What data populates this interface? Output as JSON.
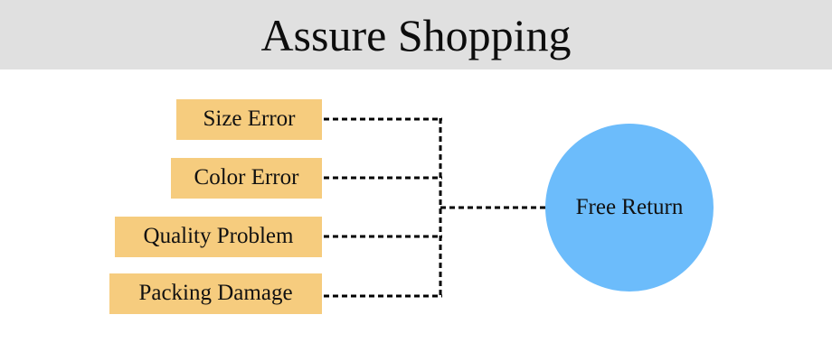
{
  "header": {
    "title": "Assure Shopping",
    "background_color": "#e0e0e0",
    "text_color": "#0d0d0d"
  },
  "page": {
    "background_color": "#ffffff"
  },
  "diagram": {
    "type": "fishbone-bracket",
    "cause_box_color": "#f6cc7e",
    "cause_text_color": "#111111",
    "result_shape_color": "#6cbcfb",
    "result_text_color": "#111111",
    "connector_color": "#000000",
    "connector_style": "dashed",
    "causes": [
      {
        "label": "Size Error"
      },
      {
        "label": "Color Error"
      },
      {
        "label": "Quality Problem"
      },
      {
        "label": "Packing Damage"
      }
    ],
    "result": {
      "label": "Free Return"
    }
  }
}
